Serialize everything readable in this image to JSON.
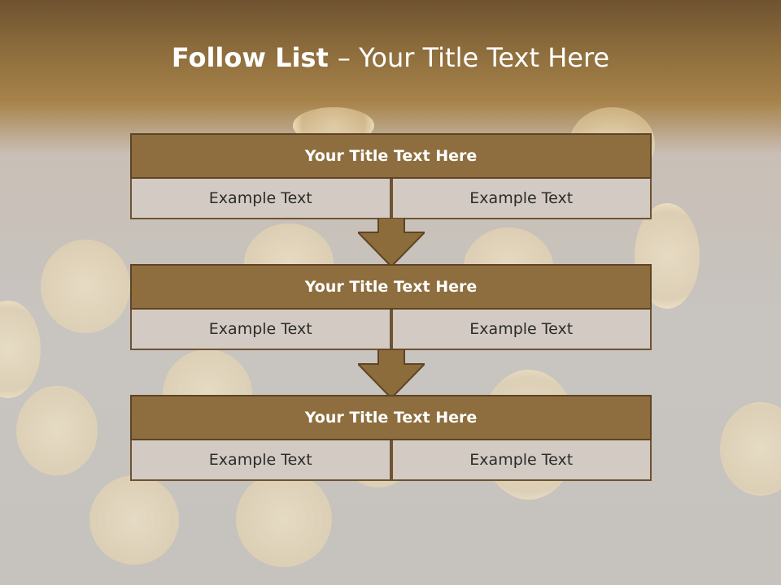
{
  "title": {
    "bold": "Follow List ",
    "rest": " – Your Title Text Here"
  },
  "steps": [
    {
      "title": "Your Title Text Here",
      "left": "Example Text",
      "right": "Example Text"
    },
    {
      "title": "Your Title Text Here",
      "left": "Example Text",
      "right": "Example Text"
    },
    {
      "title": "Your Title Text Here",
      "left": "Example Text",
      "right": "Example Text"
    }
  ],
  "colors": {
    "header_brown": "#8e6e3e",
    "cell_fill": "#d3cbc3",
    "arrow": "#8c6c3a"
  },
  "icons": [
    "down-arrow-icon",
    "down-arrow-icon"
  ]
}
